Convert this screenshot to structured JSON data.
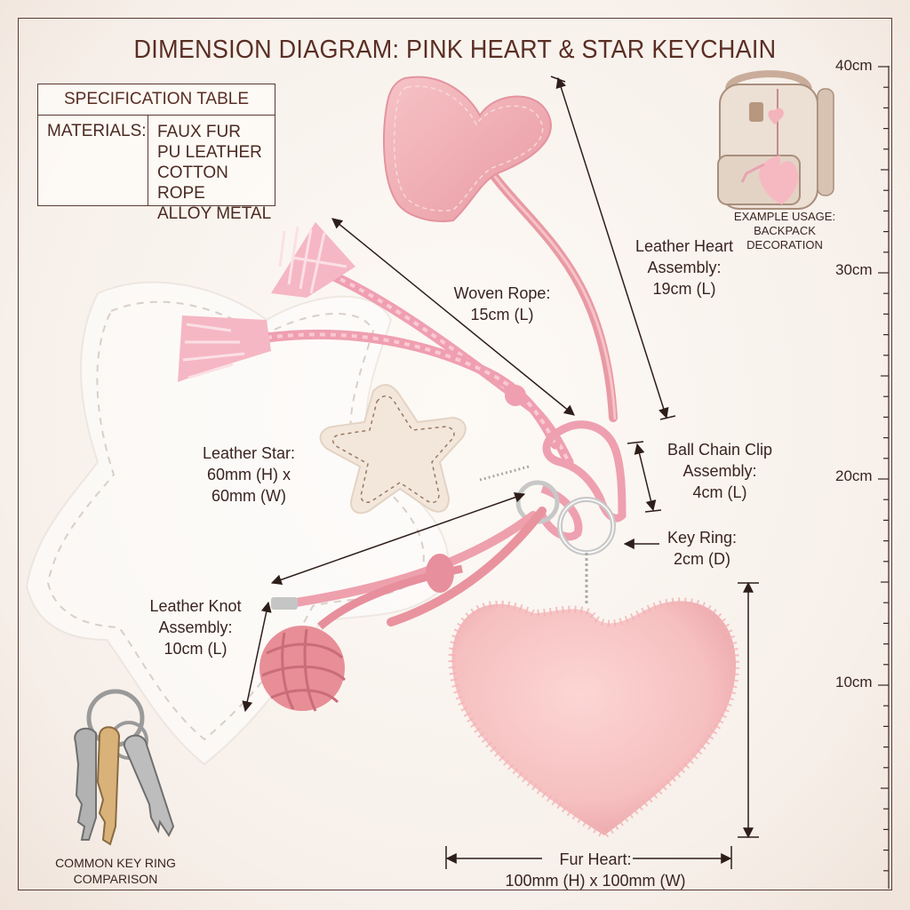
{
  "title": "DIMENSION DIAGRAM: PINK HEART & STAR KEYCHAIN",
  "spec_table": {
    "header": "SPECIFICATION TABLE",
    "materials_label": "MATERIALS:",
    "materials": [
      "FAUX FUR",
      "PU LEATHER",
      "COTTON ROPE",
      "ALLOY METAL"
    ]
  },
  "example": {
    "line1": "EXAMPLE USAGE:",
    "line2": "BACKPACK DECORATION"
  },
  "labels": {
    "leather_heart": [
      "Leather Heart",
      "Assembly:",
      "19cm (L)"
    ],
    "woven_rope": [
      "Woven Rope:",
      "15cm (L)"
    ],
    "leather_star": [
      "Leather Star:",
      "60mm (H) x",
      "60mm (W)"
    ],
    "ball_chain": [
      "Ball Chain Clip",
      "Assembly:",
      "4cm (L)"
    ],
    "key_ring": [
      "Key Ring:",
      "2cm (D)"
    ],
    "leather_knot": [
      "Leather Knot",
      "Assembly:",
      "10cm (L)"
    ],
    "fur_heart": [
      "Fur Heart:",
      "100mm (H) x 100mm (W)"
    ]
  },
  "comparison": {
    "line1": "COMMON KEY RING",
    "line2": "COMPARISON"
  },
  "ruler": {
    "marks": [
      "40cm",
      "30cm",
      "20cm",
      "10cm"
    ]
  },
  "colors": {
    "pink": "#f0a9b1",
    "fur": "#f8c6c6",
    "cream": "#f3e7db",
    "ink": "#3a2420"
  }
}
